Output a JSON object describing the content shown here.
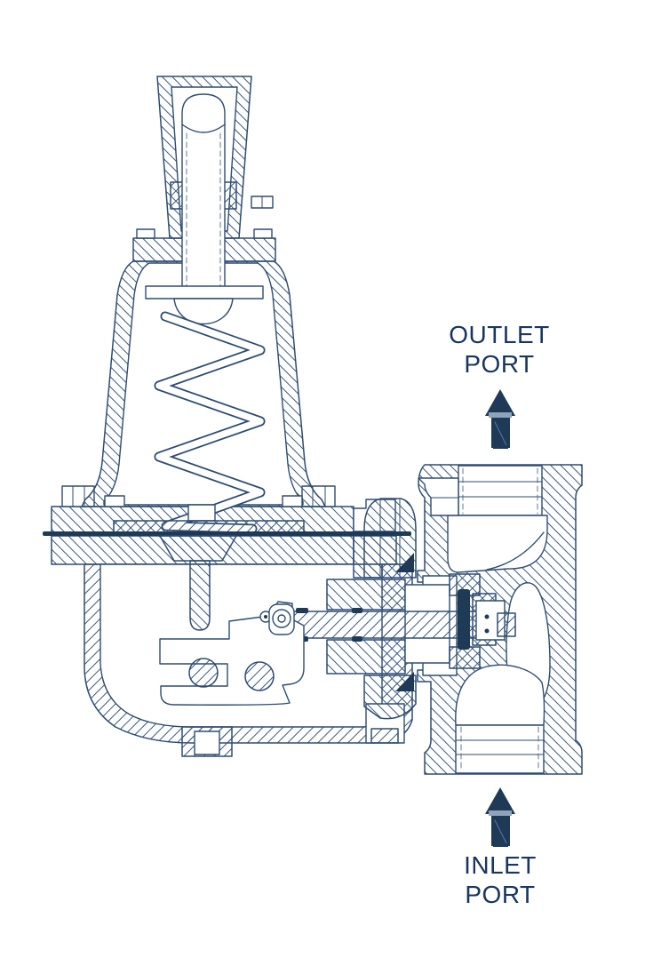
{
  "figure": {
    "type": "valve-cross-section-diagram",
    "labels": {
      "outlet_port": {
        "line1": "OUTLET",
        "line2": "PORT"
      },
      "inlet_port": {
        "line1": "INLET",
        "line2": "PORT"
      }
    },
    "colors": {
      "line": "#2e4d72",
      "hatch": "#3a5880",
      "dark": "#1e3a57",
      "text": "#173660",
      "arrow_band": "#8fa3bb",
      "background": "#ffffff"
    }
  }
}
